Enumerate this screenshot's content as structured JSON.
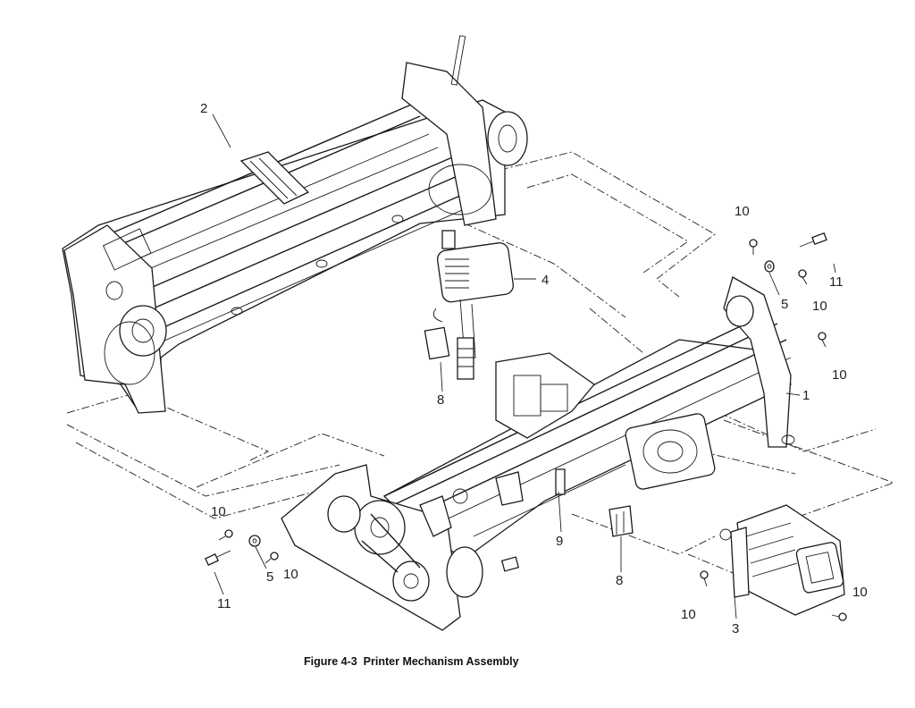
{
  "figure": {
    "caption": "Figure 4-3  Printer Mechanism Assembly"
  },
  "callouts": {
    "c1": "1",
    "c2": "2",
    "c3": "3",
    "c4": "4",
    "c5a": "5",
    "c5b": "5",
    "c8a": "8",
    "c8b": "8",
    "c9": "9",
    "c10a": "10",
    "c10b": "10",
    "c10c": "10",
    "c10d": "10",
    "c10e": "10",
    "c10f": "10",
    "c10g": "10",
    "c11a": "11",
    "c11b": "11"
  }
}
